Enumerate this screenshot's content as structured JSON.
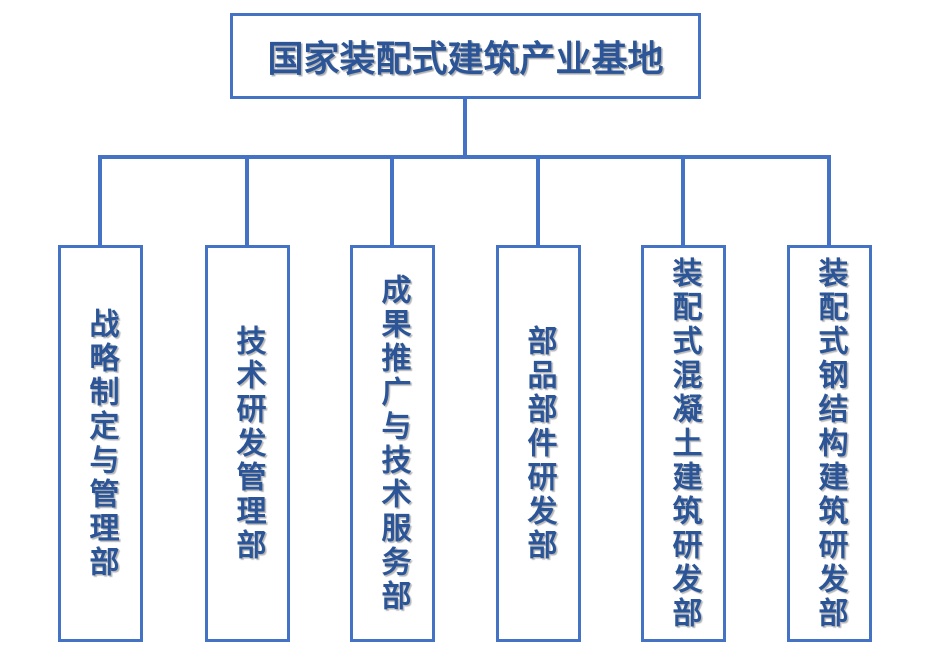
{
  "chart_data": {
    "type": "org-chart",
    "title": "国家装配式建筑产业基地",
    "children": [
      "战略制定与管理部",
      "技术研发管理部",
      "成果推广与技术服务部",
      "部品部件研发部",
      "装配式混凝土建筑研发部",
      "装配式钢结构建筑研发部"
    ]
  },
  "root": {
    "label": "国家装配式建筑产业基地"
  },
  "departments": [
    {
      "label": "战略制定与管理部"
    },
    {
      "label": "技术研发管理部"
    },
    {
      "label": "成果推广与技术服务部"
    },
    {
      "label": "部品部件研发部"
    },
    {
      "label": "装配式混凝土建筑研发部"
    },
    {
      "label": "装配式钢结构建筑研发部"
    }
  ],
  "colors": {
    "line": "#4472C4",
    "text": "#2B5597",
    "background": "#FFFFFF"
  }
}
